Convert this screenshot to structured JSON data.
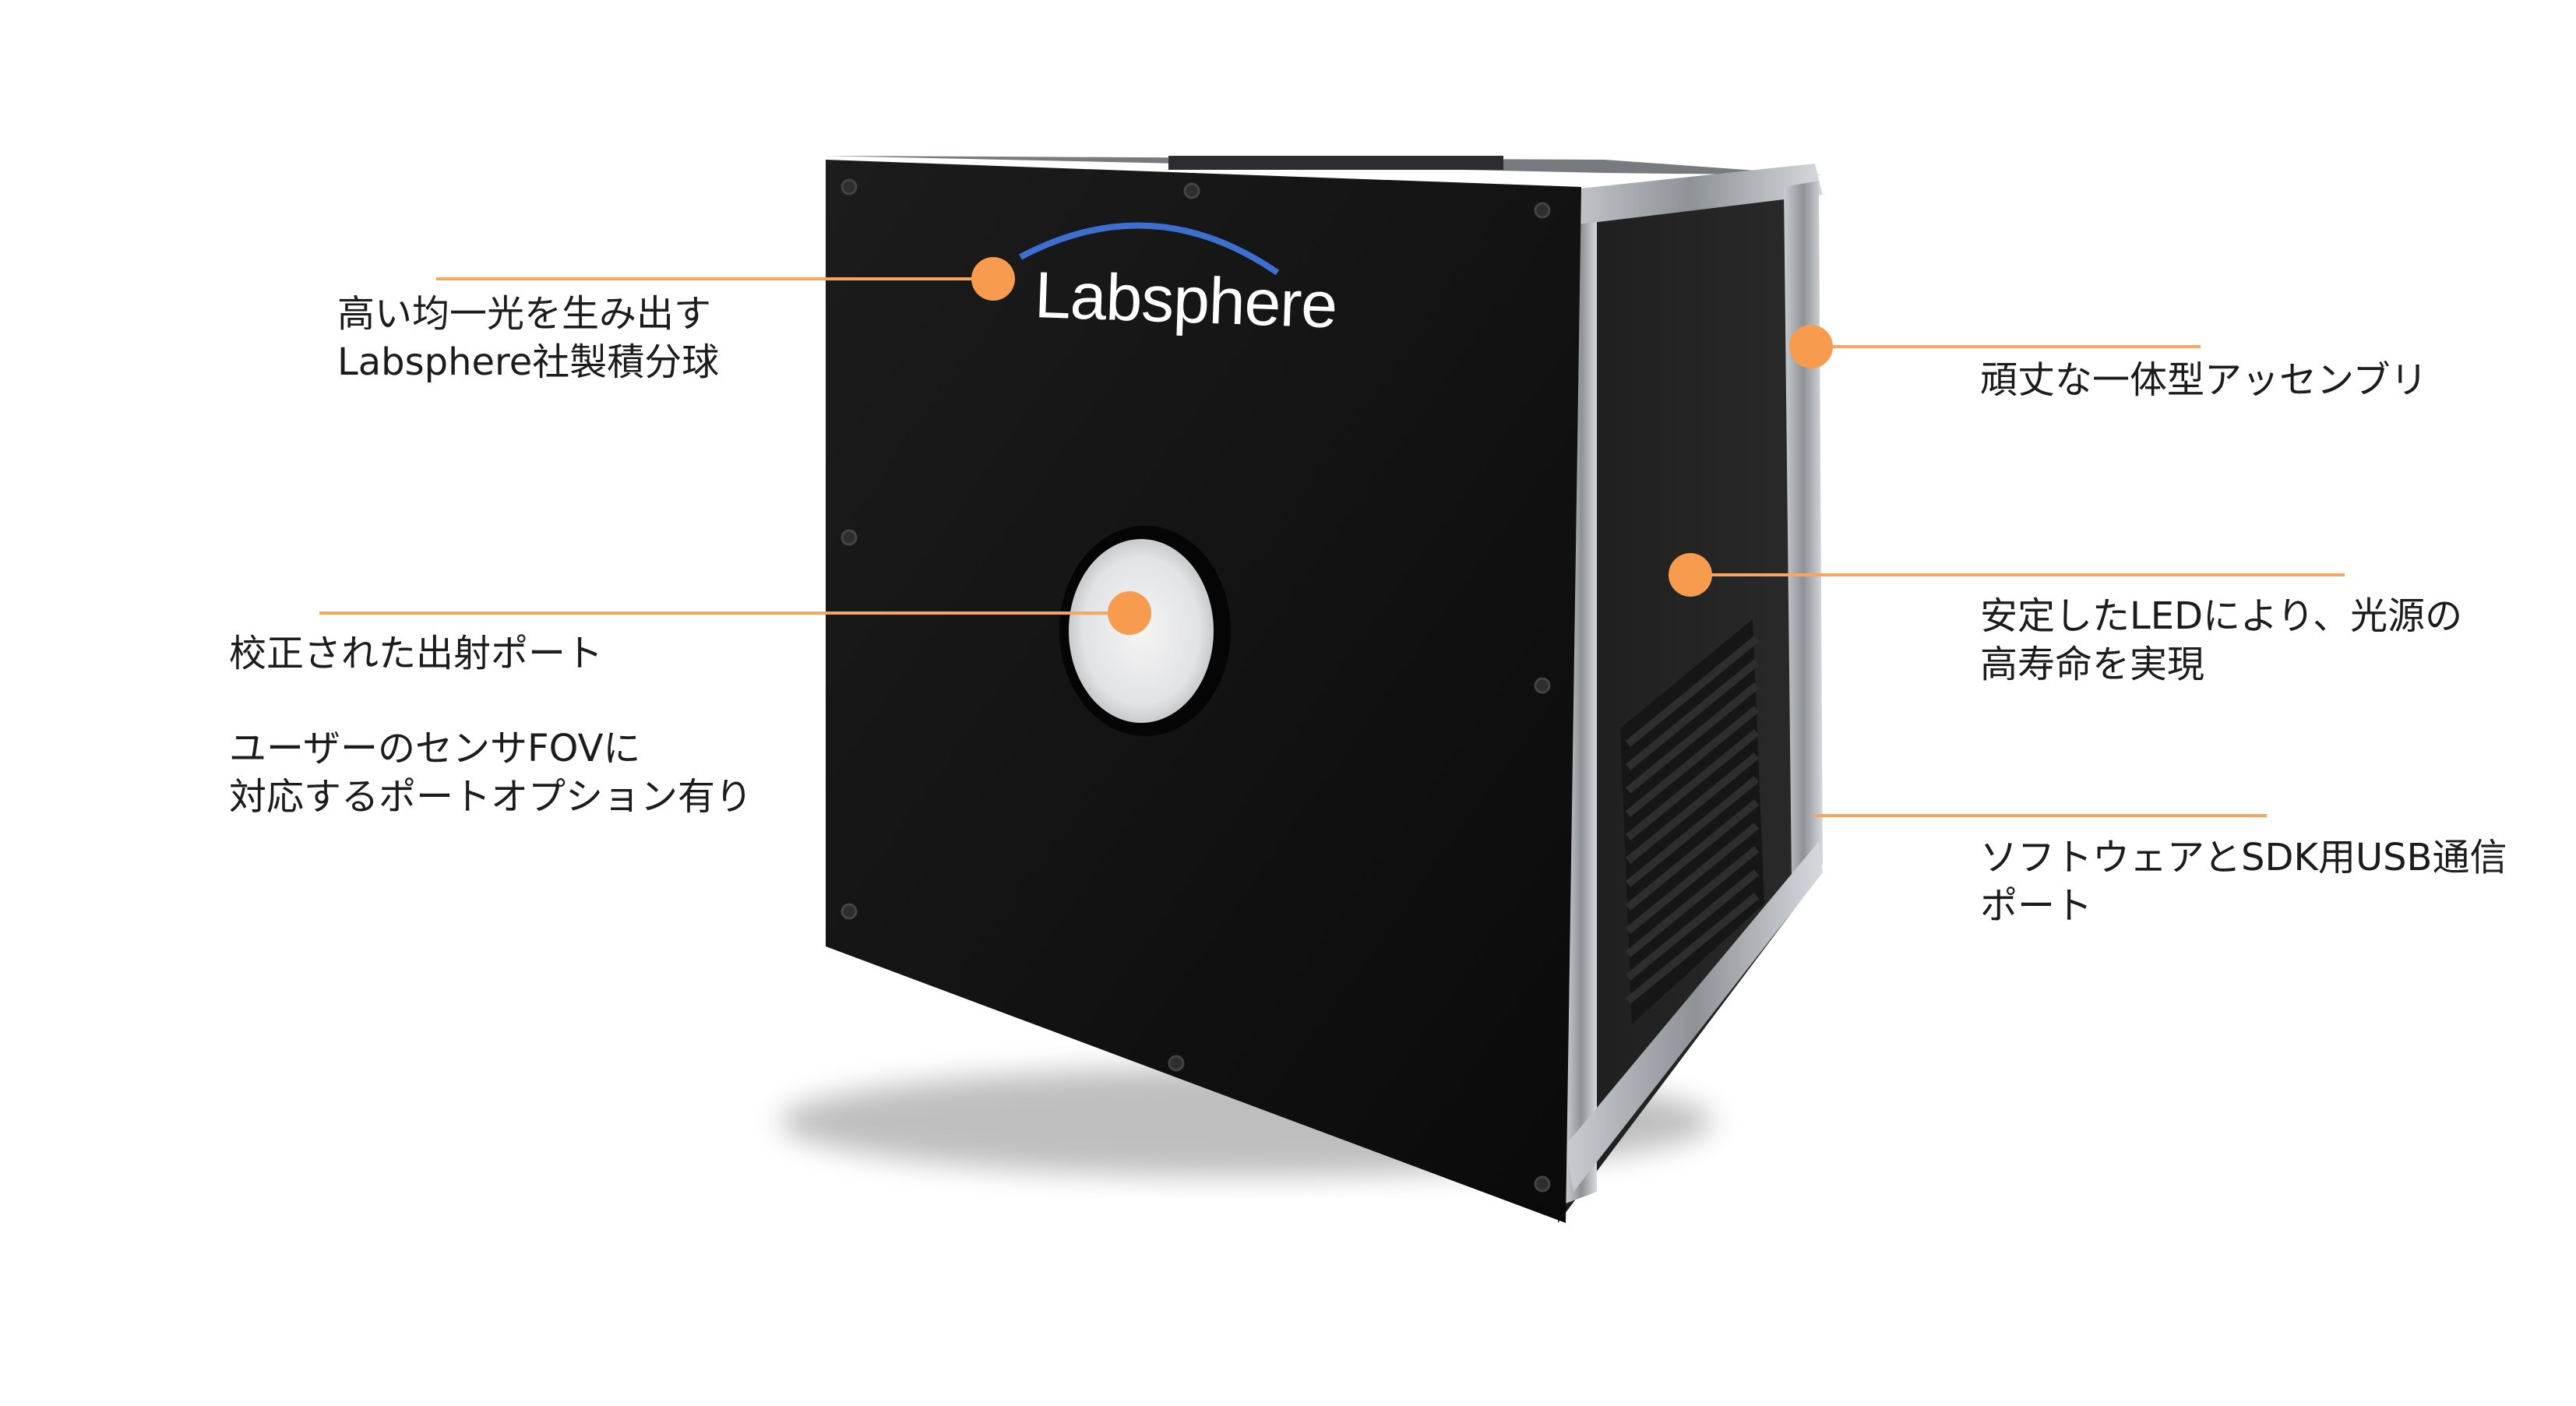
{
  "colors": {
    "accent": "#f79b4f",
    "device_body": "#141414",
    "frame": "#9a9ea3"
  },
  "logo": {
    "text": "Labsphere"
  },
  "callouts": {
    "integrating_sphere": {
      "line1": "高い均一光を生み出す",
      "line2": "Labsphere社製積分球"
    },
    "exit_port": {
      "line1": "校正された出射ポート"
    },
    "fov_option": {
      "line1": "ユーザーのセンサFOVに",
      "line2": "対応するポートオプション有り"
    },
    "assembly": {
      "line1": "頑丈な一体型アッセンブリ"
    },
    "led": {
      "line1": "安定したLEDにより、光源の",
      "line2": "高寿命を実現"
    },
    "usb_port": {
      "line1": "ソフトウェアとSDK用USB通信",
      "line2": "ポート"
    }
  }
}
